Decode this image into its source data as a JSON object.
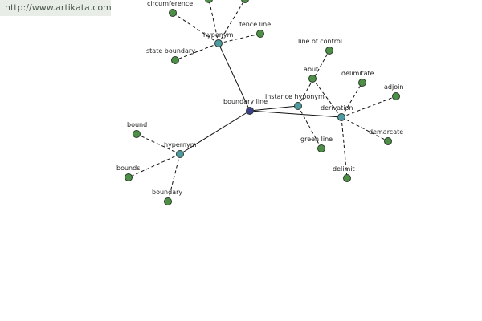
{
  "watermark": "http://www.artikata.com",
  "colors": {
    "root": "#3d3f8c",
    "relation": "#4f9aa3",
    "word": "#4e8f48",
    "edge": "#111111"
  },
  "nodes": [
    {
      "id": "root",
      "label": "boundary line",
      "kind": "root"
    },
    {
      "id": "hyponym",
      "label": "hyponym",
      "kind": "relation"
    },
    {
      "id": "hypernym",
      "label": "hypernym",
      "kind": "relation"
    },
    {
      "id": "instance_hyponym",
      "label": "instance hyponym",
      "kind": "relation"
    },
    {
      "id": "derivation",
      "label": "derivation",
      "kind": "relation"
    },
    {
      "id": "top_left",
      "label": "",
      "kind": "word"
    },
    {
      "id": "top_right",
      "label": "",
      "kind": "word"
    },
    {
      "id": "circumference",
      "label": "circumference",
      "kind": "word"
    },
    {
      "id": "fence_line",
      "label": "fence line",
      "kind": "word"
    },
    {
      "id": "state_boundary",
      "label": "state boundary",
      "kind": "word"
    },
    {
      "id": "bound",
      "label": "bound",
      "kind": "word"
    },
    {
      "id": "bounds",
      "label": "bounds",
      "kind": "word"
    },
    {
      "id": "boundary",
      "label": "boundary",
      "kind": "word"
    },
    {
      "id": "line_of_control",
      "label": "line of control",
      "kind": "word"
    },
    {
      "id": "abut",
      "label": "abut",
      "kind": "word"
    },
    {
      "id": "green_line",
      "label": "green line",
      "kind": "word"
    },
    {
      "id": "delimitate",
      "label": "delimitate",
      "kind": "word"
    },
    {
      "id": "adjoin",
      "label": "adjoin",
      "kind": "word"
    },
    {
      "id": "demarcate",
      "label": "demarcate",
      "kind": "word"
    },
    {
      "id": "delimit",
      "label": "delimit",
      "kind": "word"
    }
  ],
  "edges": [
    {
      "from": "root",
      "to": "hyponym",
      "style": "solid"
    },
    {
      "from": "root",
      "to": "hypernym",
      "style": "solid"
    },
    {
      "from": "root",
      "to": "instance_hyponym",
      "style": "solid"
    },
    {
      "from": "root",
      "to": "derivation",
      "style": "solid"
    },
    {
      "from": "hyponym",
      "to": "top_left",
      "style": "dashed"
    },
    {
      "from": "hyponym",
      "to": "top_right",
      "style": "dashed"
    },
    {
      "from": "hyponym",
      "to": "circumference",
      "style": "dashed"
    },
    {
      "from": "hyponym",
      "to": "fence_line",
      "style": "dashed"
    },
    {
      "from": "hyponym",
      "to": "state_boundary",
      "style": "dashed"
    },
    {
      "from": "hypernym",
      "to": "bound",
      "style": "dashed"
    },
    {
      "from": "hypernym",
      "to": "bounds",
      "style": "dashed"
    },
    {
      "from": "hypernym",
      "to": "boundary",
      "style": "dashed"
    },
    {
      "from": "instance_hyponym",
      "to": "line_of_control",
      "style": "dashed"
    },
    {
      "from": "instance_hyponym",
      "to": "green_line",
      "style": "dashed"
    },
    {
      "from": "derivation",
      "to": "abut",
      "style": "dashed"
    },
    {
      "from": "derivation",
      "to": "delimitate",
      "style": "dashed"
    },
    {
      "from": "derivation",
      "to": "adjoin",
      "style": "dashed"
    },
    {
      "from": "derivation",
      "to": "demarcate",
      "style": "dashed"
    },
    {
      "from": "derivation",
      "to": "delimit",
      "style": "dashed"
    }
  ]
}
